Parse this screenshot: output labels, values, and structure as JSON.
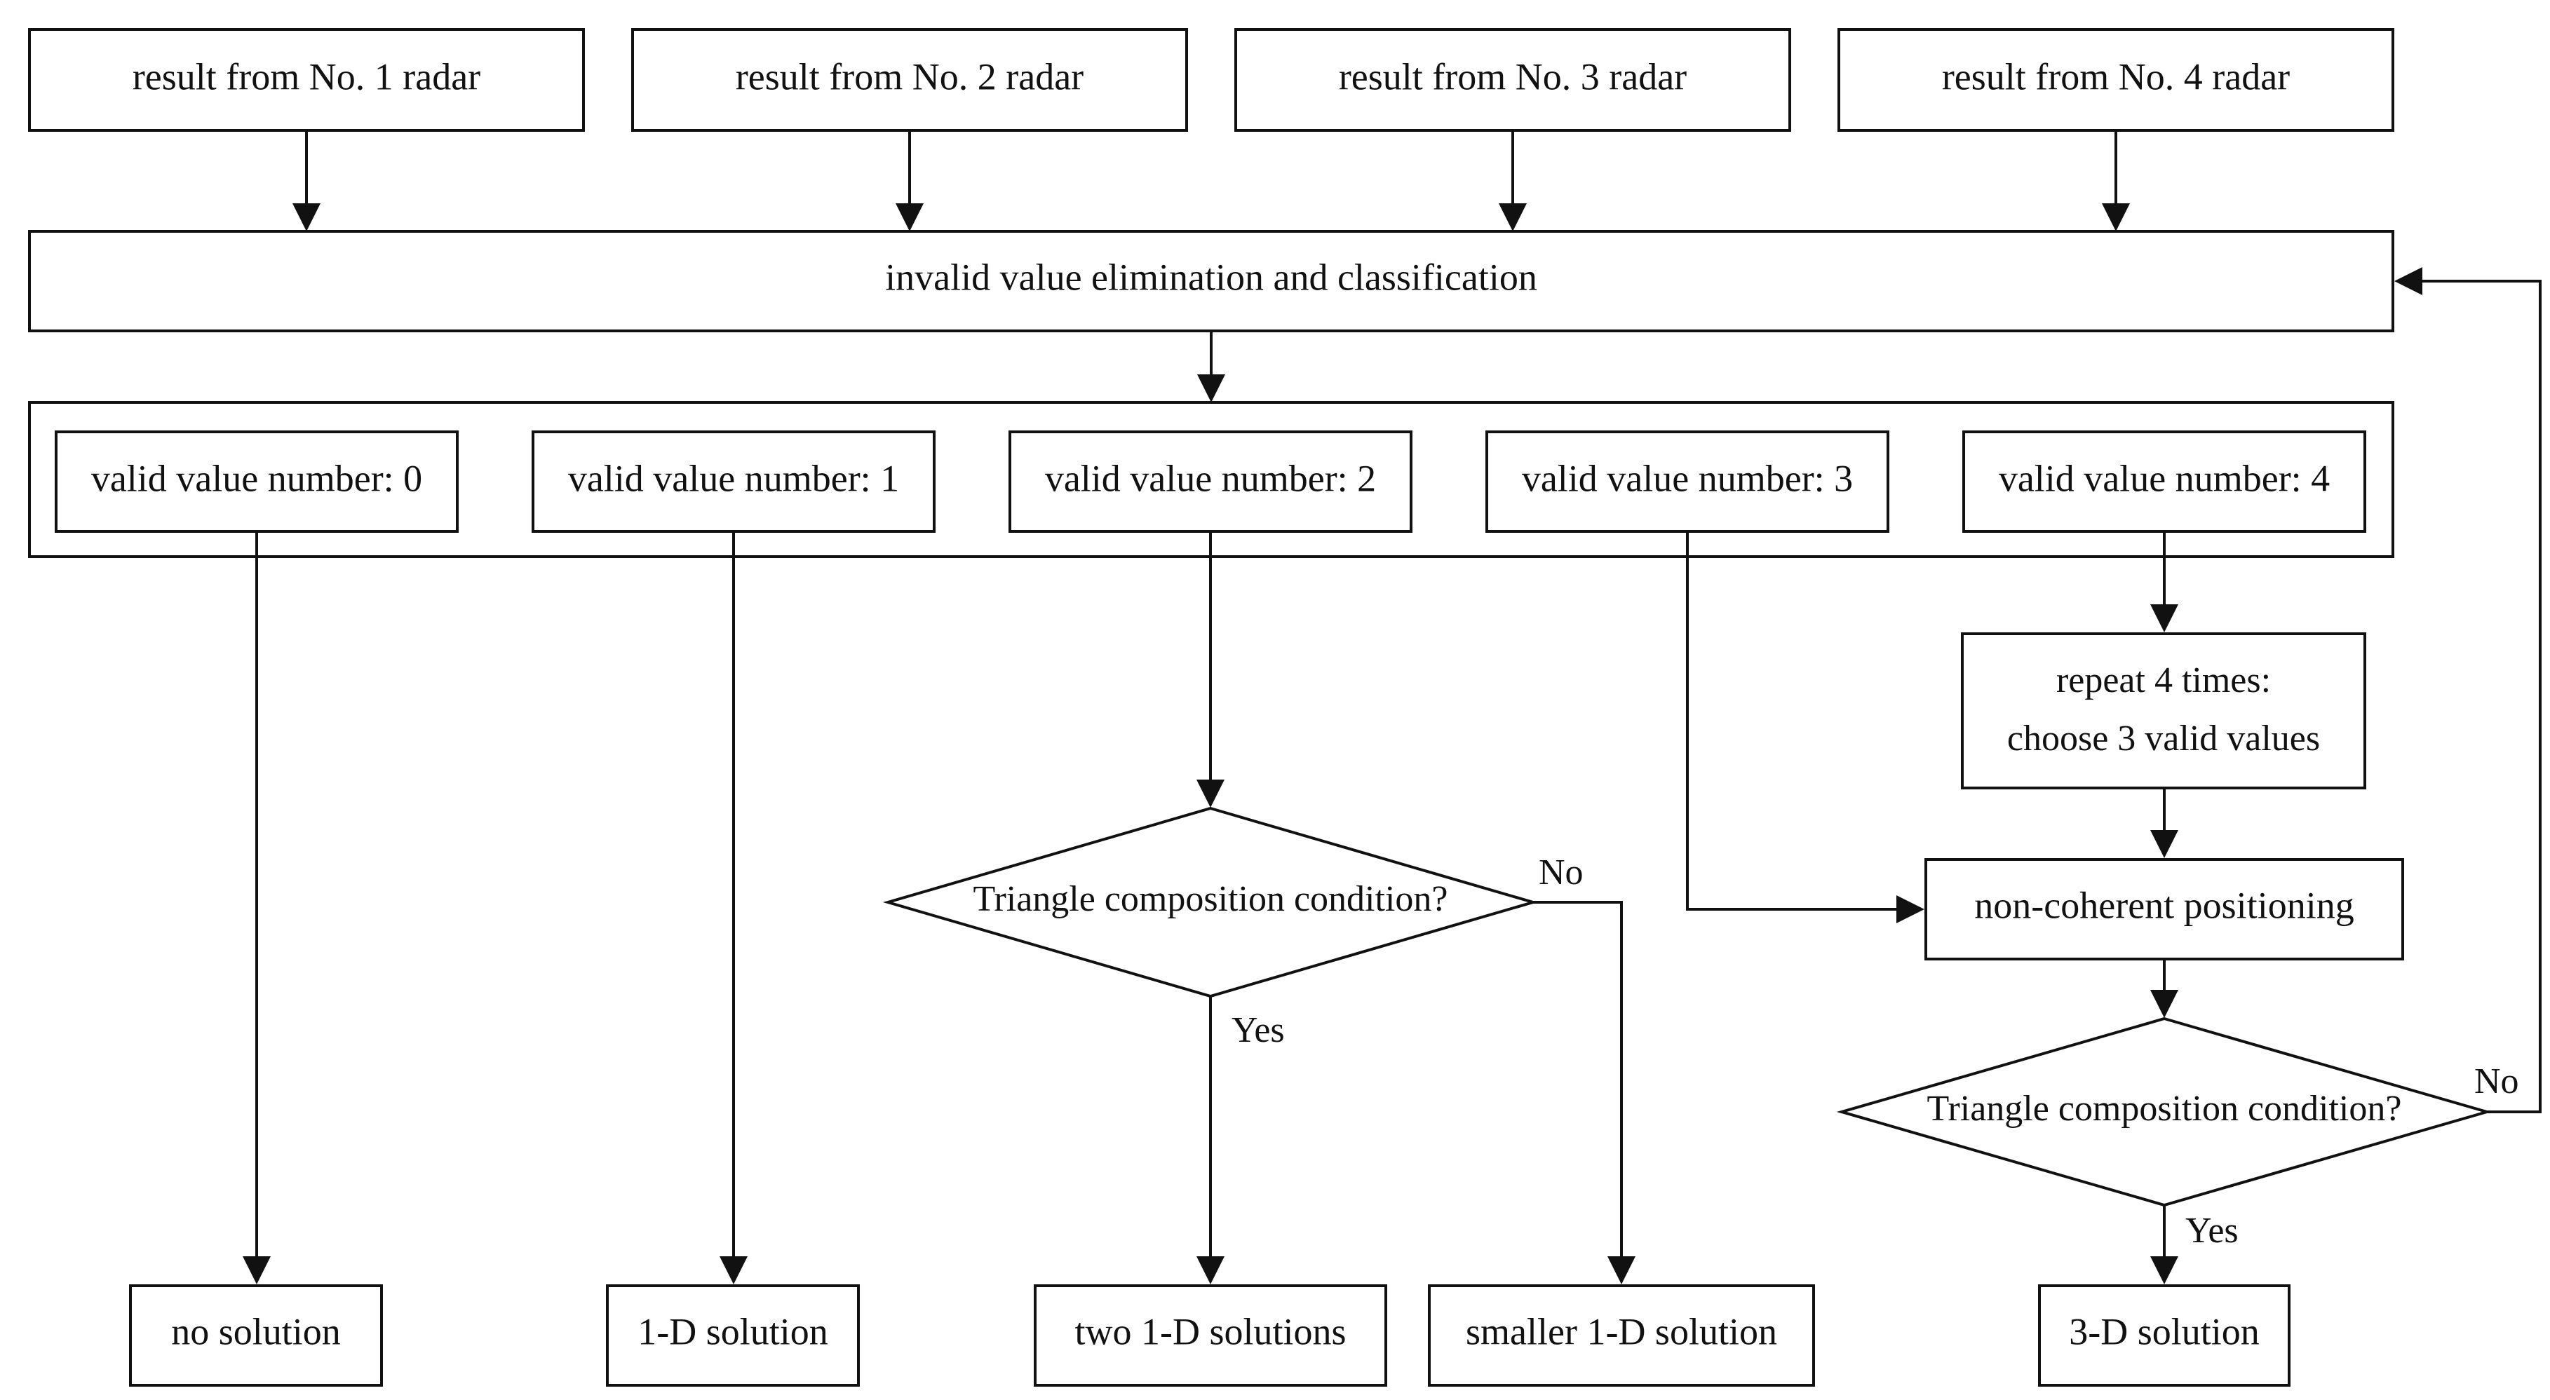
{
  "radars": [
    "result from No. 1 radar",
    "result from No. 2 radar",
    "result from No. 3 radar",
    "result from No. 4 radar"
  ],
  "classification": "invalid value elimination and classification",
  "valid_counts": [
    "valid value number: 0",
    "valid value number: 1",
    "valid value number: 2",
    "valid value number: 3",
    "valid value number: 4"
  ],
  "repeat": {
    "line1": "repeat 4 times:",
    "line2": "choose 3 valid values"
  },
  "positioning": "non-coherent positioning",
  "condition_left": "Triangle composition condition?",
  "condition_right": "Triangle composition condition?",
  "yes_label": "Yes",
  "no_label": "No",
  "outcomes": {
    "none": "no solution",
    "one_d": "1-D solution",
    "two_one_d": "two 1-D solutions",
    "smaller_one_d": "smaller 1-D solution",
    "three_d": "3-D solution"
  }
}
